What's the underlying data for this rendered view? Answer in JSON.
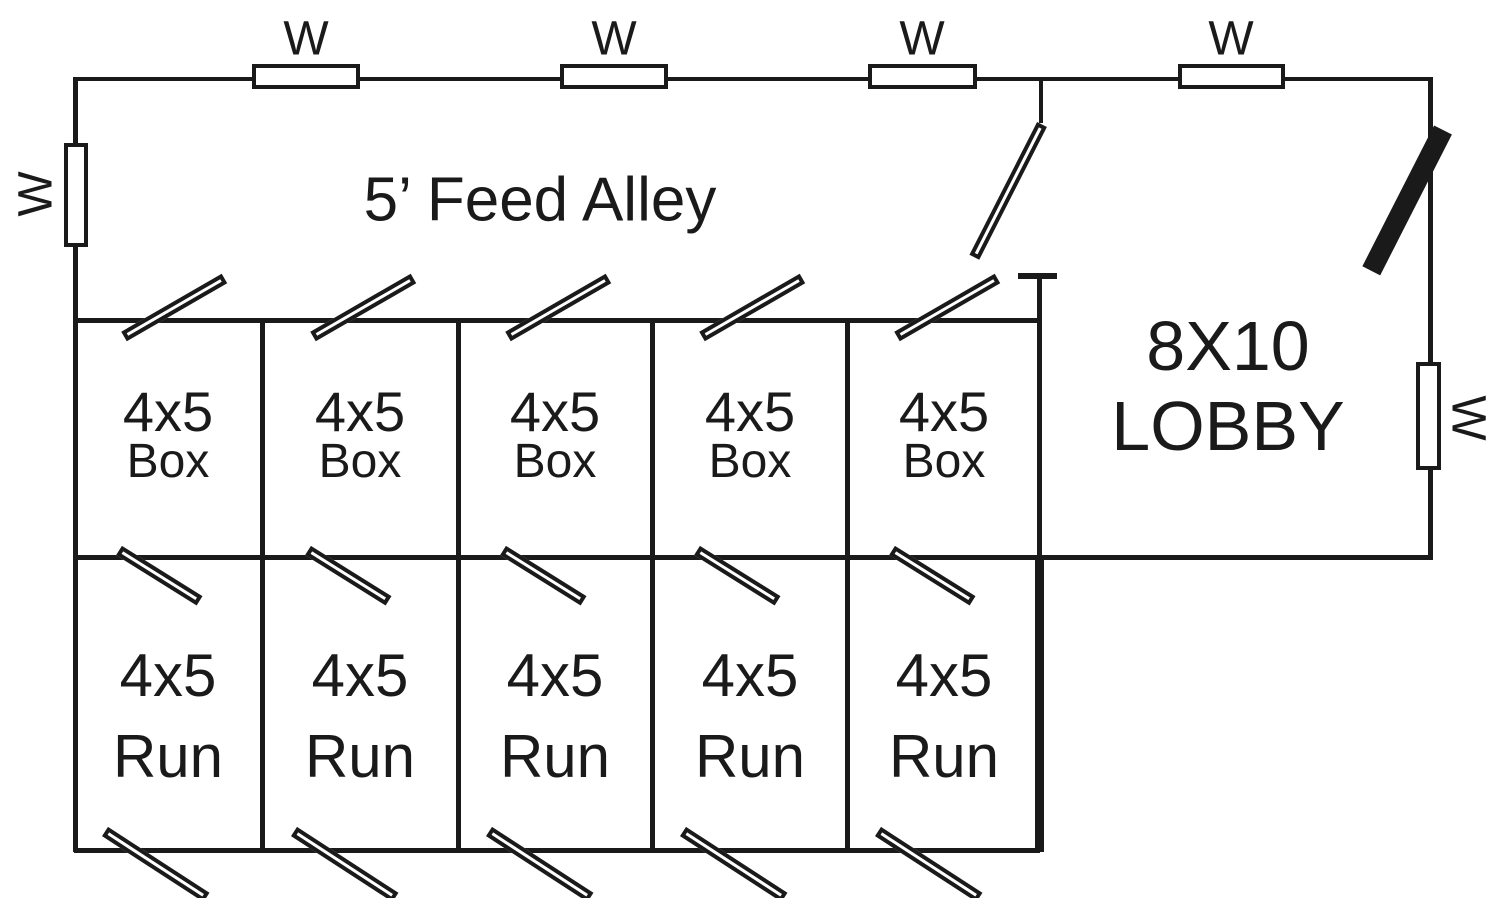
{
  "colors": {
    "line": "#1a1a1a",
    "background": "#ffffff"
  },
  "labels": {
    "window": "W",
    "feed_alley": "5’ Feed Alley",
    "lobby_line1": "8X10",
    "lobby_line2": "LOBBY"
  },
  "boxes": [
    {
      "size": "4x5",
      "type": "Box"
    },
    {
      "size": "4x5",
      "type": "Box"
    },
    {
      "size": "4x5",
      "type": "Box"
    },
    {
      "size": "4x5",
      "type": "Box"
    },
    {
      "size": "4x5",
      "type": "Box"
    }
  ],
  "runs": [
    {
      "size": "4x5",
      "type": "Run"
    },
    {
      "size": "4x5",
      "type": "Run"
    },
    {
      "size": "4x5",
      "type": "Run"
    },
    {
      "size": "4x5",
      "type": "Run"
    },
    {
      "size": "4x5",
      "type": "Run"
    }
  ]
}
